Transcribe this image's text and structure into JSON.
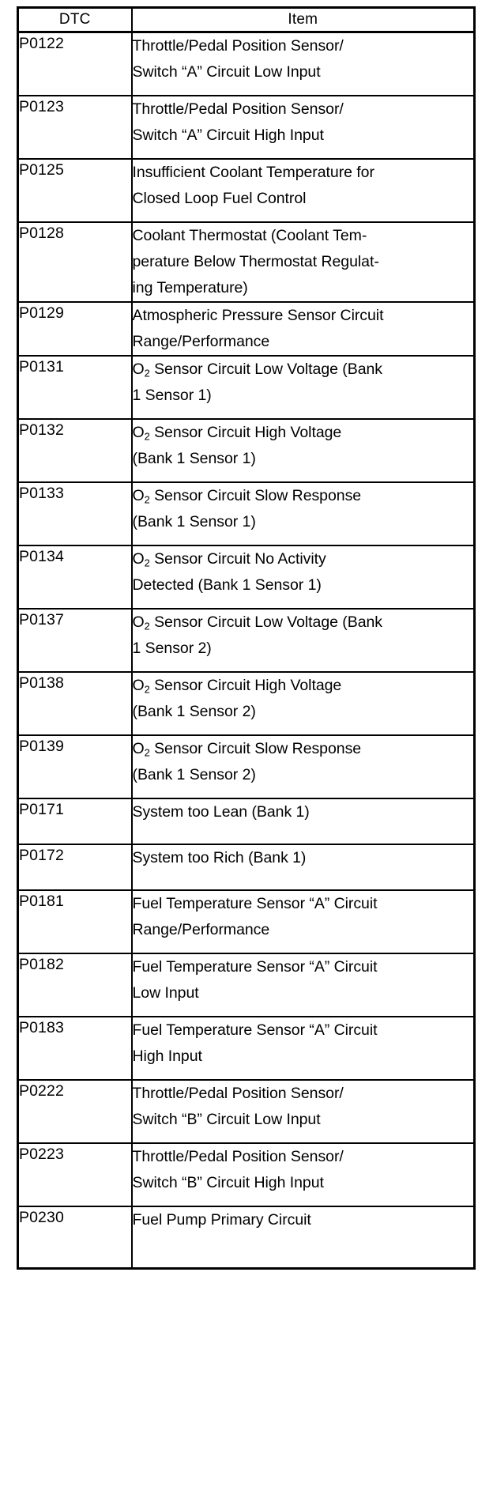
{
  "table": {
    "headers": {
      "dtc": "DTC",
      "item": "Item"
    },
    "rows": [
      {
        "dtc": "P0122",
        "lines": [
          "Throttle/Pedal Position Sensor/",
          "Switch “A” Circuit Low Input"
        ],
        "height": "tall"
      },
      {
        "dtc": "P0123",
        "lines": [
          "Throttle/Pedal Position Sensor/",
          "Switch “A” Circuit High Input"
        ],
        "height": "tall"
      },
      {
        "dtc": "P0125",
        "lines": [
          "Insufficient Coolant Temperature for",
          "Closed Loop Fuel Control"
        ],
        "height": "tall"
      },
      {
        "dtc": "P0128",
        "lines": [
          "Coolant Thermostat (Coolant Tem-",
          "perature Below Thermostat Regulat-",
          "ing Temperature)"
        ],
        "height": "xtall"
      },
      {
        "dtc": "P0129",
        "lines": [
          "Atmospheric Pressure Sensor Circuit",
          "Range/Performance"
        ],
        "height": "short"
      },
      {
        "dtc": "P0131",
        "lines": [
          "O<sub>2</sub> Sensor Circuit Low Voltage (Bank",
          "1 Sensor 1)"
        ],
        "height": "tall"
      },
      {
        "dtc": "P0132",
        "lines": [
          "O<sub>2</sub> Sensor Circuit High Voltage",
          "(Bank 1 Sensor 1)"
        ],
        "height": "tall"
      },
      {
        "dtc": "P0133",
        "lines": [
          "O<sub>2</sub> Sensor Circuit Slow Response",
          "(Bank 1 Sensor 1)"
        ],
        "height": "tall"
      },
      {
        "dtc": "P0134",
        "lines": [
          "O<sub>2</sub> Sensor Circuit No Activity",
          "Detected (Bank 1 Sensor 1)"
        ],
        "height": "tall"
      },
      {
        "dtc": "P0137",
        "lines": [
          "O<sub>2</sub> Sensor Circuit Low Voltage (Bank",
          "1 Sensor 2)"
        ],
        "height": "tall"
      },
      {
        "dtc": "P0138",
        "lines": [
          "O<sub>2</sub> Sensor Circuit High Voltage",
          "(Bank 1 Sensor 2)"
        ],
        "height": "tall"
      },
      {
        "dtc": "P0139",
        "lines": [
          "O<sub>2</sub> Sensor Circuit Slow Response",
          "(Bank 1 Sensor 2)"
        ],
        "height": "tall"
      },
      {
        "dtc": "P0171",
        "lines": [
          "System too Lean (Bank 1)"
        ],
        "height": "short"
      },
      {
        "dtc": "P0172",
        "lines": [
          "System too Rich (Bank 1)"
        ],
        "height": "short"
      },
      {
        "dtc": "P0181",
        "lines": [
          "Fuel Temperature Sensor “A” Circuit",
          "Range/Performance"
        ],
        "height": "tall"
      },
      {
        "dtc": "P0182",
        "lines": [
          "Fuel Temperature Sensor “A” Circuit",
          "Low Input"
        ],
        "height": "tall"
      },
      {
        "dtc": "P0183",
        "lines": [
          "Fuel Temperature Sensor “A” Circuit",
          "High Input"
        ],
        "height": "tall"
      },
      {
        "dtc": "P0222",
        "lines": [
          "Throttle/Pedal Position Sensor/",
          "Switch “B” Circuit Low Input"
        ],
        "height": "tall"
      },
      {
        "dtc": "P0223",
        "lines": [
          "Throttle/Pedal Position Sensor/",
          "Switch “B” Circuit High Input"
        ],
        "height": "tall"
      },
      {
        "dtc": "P0230",
        "lines": [
          "Fuel Pump Primary Circuit"
        ],
        "height": "mid"
      }
    ]
  },
  "colors": {
    "border": "#000000",
    "text": "#000000",
    "background": "#ffffff"
  }
}
